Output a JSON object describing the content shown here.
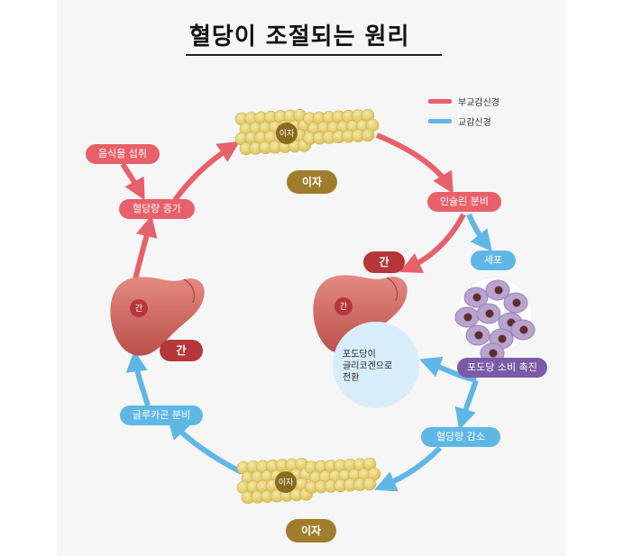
{
  "title": "혈당이 조절되는 원리",
  "legend": {
    "items": [
      {
        "label": "부교감신경",
        "color": "#e8606a"
      },
      {
        "label": "교감신경",
        "color": "#5fb7e6"
      }
    ]
  },
  "labels": {
    "food_intake": "음식물 섭취",
    "glucose_increase": "혈당량 증가",
    "insulin_secretion": "인슐린 분비",
    "cell": "세포",
    "glucose_consumption": "포도당 소비 촉진",
    "glucose_decrease": "혈당량 감소",
    "glucagon_secretion": "글루카곤 분비",
    "pancreas": "이자",
    "liver": "간"
  },
  "organ_tags": {
    "pancreas": "이자",
    "liver": "간"
  },
  "bubble": {
    "line1": "포도당이",
    "line2": "글리코겐으로",
    "line3": "전환"
  },
  "colors": {
    "parasympathetic": "#e8606a",
    "sympathetic": "#5fb7e6",
    "pancreas_fill": "#e9d47c",
    "liver_fill": "#d9736a",
    "cell_fill": "#b9a3cf"
  }
}
